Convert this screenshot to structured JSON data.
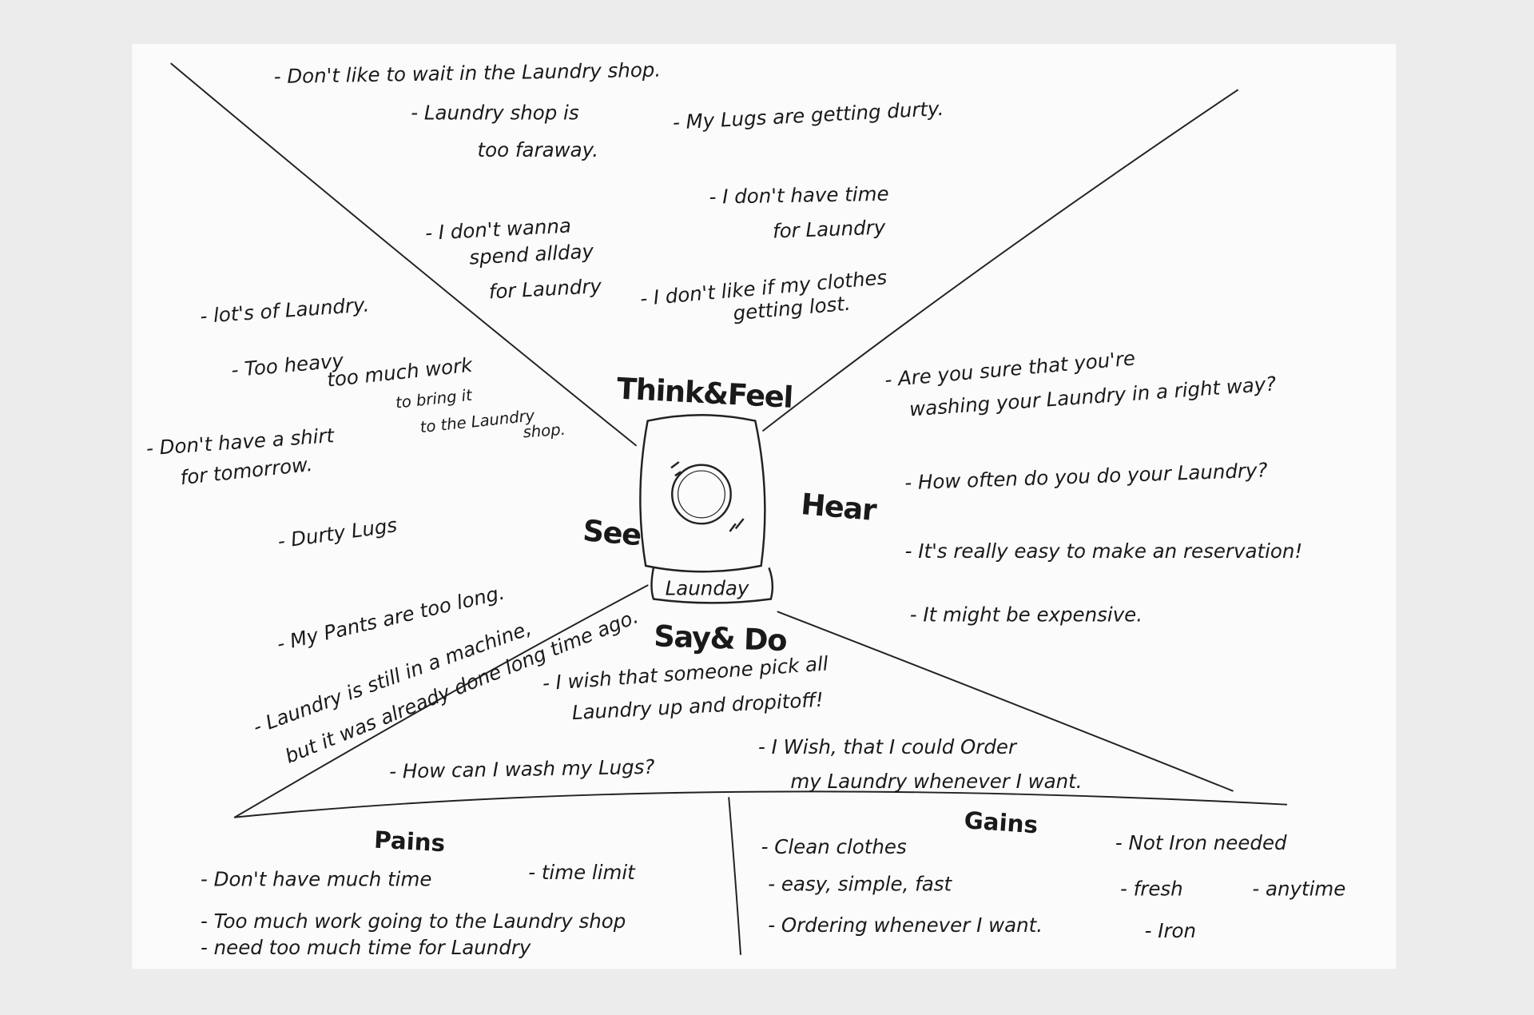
{
  "center": {
    "label": "Launday"
  },
  "headings": {
    "think_feel": "Think&Feel",
    "see": "See",
    "hear": "Hear",
    "say_do": "Say& Do",
    "pains": "Pains",
    "gains": "Gains"
  },
  "think_feel": [
    "- Don't like to wait  in the Laundry shop.",
    "- Laundry shop is",
    "too faraway.",
    "- My Lugs are getting durty.",
    "- I don't have time",
    "for Laundry",
    "- I don't wanna",
    "spend allday",
    "for Laundry",
    "- I don't like if my clothes",
    "getting lost."
  ],
  "see": [
    "- lot's of Laundry.",
    "- Too heavy",
    "too much work",
    "to bring it",
    "to the Laundry",
    "shop.",
    "- Don't have a shirt",
    "for tomorrow.",
    "- Durty Lugs",
    "- My Pants are too long.",
    "- Laundry is still in a machine,",
    "but it was already done long time ago."
  ],
  "hear": [
    "- Are you sure that you're",
    "washing your Laundry in a right way?",
    "- How often do you do your Laundry?",
    "- It's really easy to make an reservation!",
    "- It might be expensive."
  ],
  "say_do": [
    "- I wish that someone pick all",
    "Laundry up and dropitoff!",
    "- How can I wash my Lugs?",
    "- I Wish, that I could Order",
    "my Laundry whenever I want."
  ],
  "pains": [
    "- Don't have much time",
    "- time limit",
    "- Too much work going to the Laundry shop",
    "- need too much time for Laundry"
  ],
  "gains": [
    "- Clean clothes",
    "- Not Iron needed",
    "- easy, simple, fast",
    "- fresh",
    "- anytime",
    "- Ordering whenever I want.",
    "- Iron"
  ]
}
